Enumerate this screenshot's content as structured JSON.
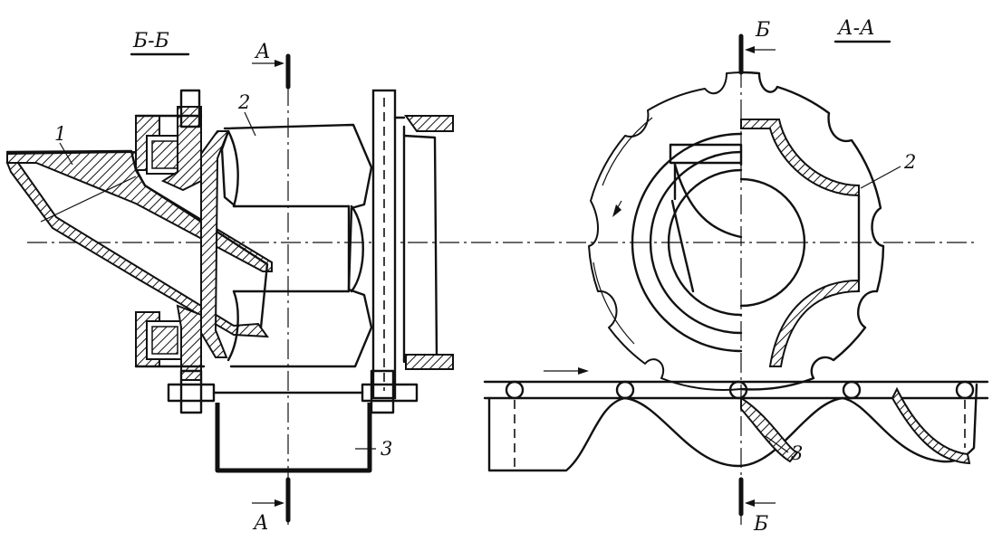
{
  "section_titles": {
    "left": "Б-Б",
    "right": "А-А"
  },
  "cut_marks": {
    "a_top": "А",
    "a_bottom": "А",
    "b_top": "Б",
    "b_bottom": "Б"
  },
  "callouts": {
    "hopper": "1",
    "rotor_left": "2",
    "rotor_right": "2",
    "trough_left": "3",
    "trough_right": "3"
  }
}
